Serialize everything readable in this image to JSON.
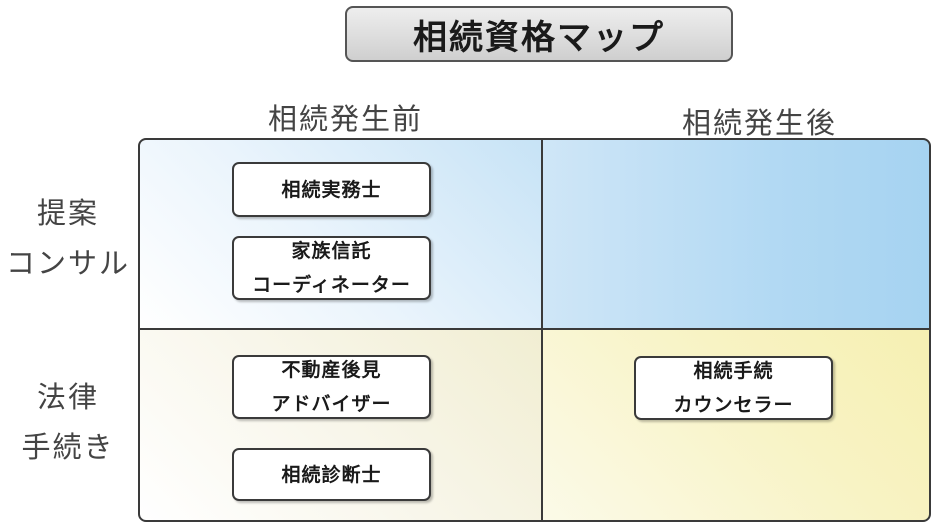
{
  "title": "相続資格マップ",
  "columns": {
    "before": "相続発生前",
    "after": "相続発生後"
  },
  "rows": {
    "proposal": {
      "line1": "提案",
      "line2": "コンサル"
    },
    "legal": {
      "line1": "法律",
      "line2": "手続き"
    }
  },
  "qualifications": {
    "q1": {
      "line1": "相続実務士"
    },
    "q2": {
      "line1": "家族信託",
      "line2": "コーディネーター"
    },
    "q3": {
      "line1": "不動産後見",
      "line2": "アドバイザー"
    },
    "q4": {
      "line1": "相続診断士"
    },
    "q5": {
      "line1": "相続手続",
      "line2": "カウンセラー"
    }
  },
  "colors": {
    "proposal_before": "#eaf4fc",
    "proposal_after": "#b2d9f3",
    "legal_before": "#f8f6ea",
    "legal_after": "#f8f3c4",
    "border": "#3a3a3a"
  }
}
